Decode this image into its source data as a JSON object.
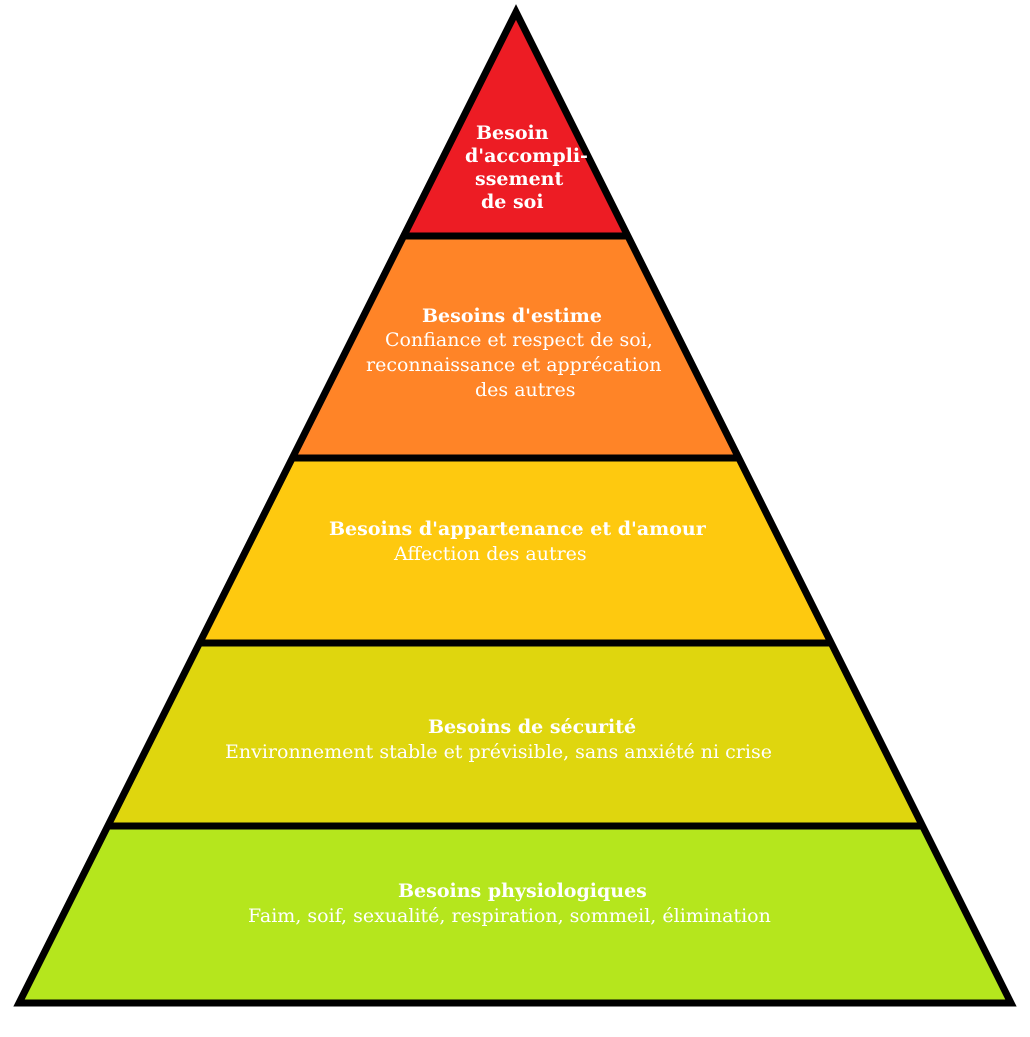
{
  "pyramid": {
    "tiers": [
      {
        "key": "accomplissement",
        "color": "#ED1C24",
        "lines": [
          "Besoin",
          "d'accompli-",
          "ssement",
          "de soi"
        ]
      },
      {
        "key": "estime",
        "color": "#FF8427",
        "title": "Besoins d'estime",
        "lines": [
          "Confiance et respect de soi,",
          "reconnaissance et apprécation",
          "des autres"
        ]
      },
      {
        "key": "appartenance",
        "color": "#FEC90F",
        "title": "Besoins d'appartenance et d'amour",
        "lines": [
          "Affection des autres"
        ]
      },
      {
        "key": "securite",
        "color": "#DFD60E",
        "title": "Besoins de sécurité",
        "lines": [
          "Environnement stable et prévisible, sans anxiété ni crise"
        ]
      },
      {
        "key": "physiologiques",
        "color": "#B5E61D",
        "title": "Besoins physiologiques",
        "lines": [
          "Faim, soif, sexualité, respiration, sommeil, élimination"
        ]
      }
    ],
    "outline_color": "#000000",
    "text_color": "#FFFFFF"
  }
}
